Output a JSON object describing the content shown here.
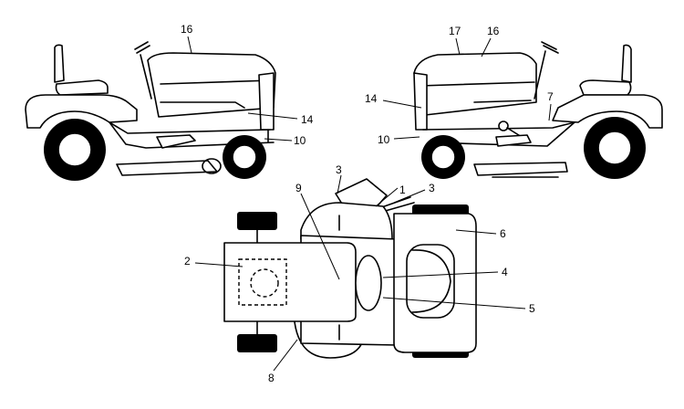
{
  "callouts": {
    "left_view": {
      "c16": "16",
      "c14": "14",
      "c10": "10"
    },
    "right_view": {
      "c17": "17",
      "c16": "16",
      "c14": "14",
      "c10": "10",
      "c7": "7"
    },
    "top_view": {
      "c9": "9",
      "c3a": "3",
      "c1": "1",
      "c3b": "3",
      "c6": "6",
      "c2": "2",
      "c4": "4",
      "c5": "5",
      "c8": "8"
    }
  }
}
